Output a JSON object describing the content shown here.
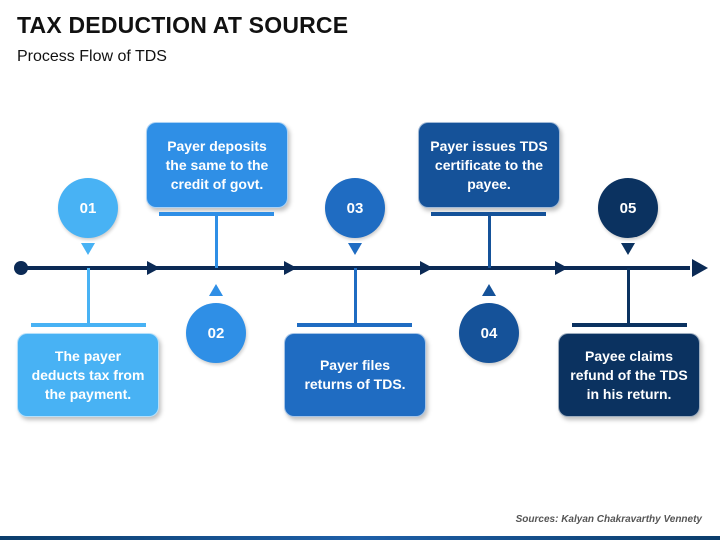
{
  "header": {
    "title": "TAX DEDUCTION AT SOURCE",
    "subtitle": "Process Flow of TDS"
  },
  "colors": {
    "step1": "#48b2f4",
    "step2": "#2f8fe6",
    "step3": "#1f6cc2",
    "step4": "#155299",
    "step5": "#0b3260",
    "timeline": "#0b2a55"
  },
  "steps": [
    {
      "number": "01",
      "text": "The payer deducts tax from the payment."
    },
    {
      "number": "02",
      "text": "Payer deposits the same to the credit of govt."
    },
    {
      "number": "03",
      "text": "Payer files returns of TDS."
    },
    {
      "number": "04",
      "text": "Payer issues TDS certificate to the payee."
    },
    {
      "number": "05",
      "text": "Payee claims refund of the TDS in his return."
    }
  ],
  "footer": {
    "source": "Sources: Kalyan Chakravarthy Vennety"
  }
}
